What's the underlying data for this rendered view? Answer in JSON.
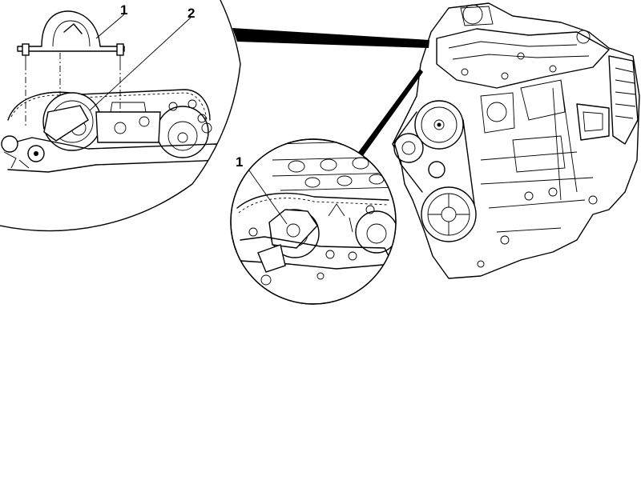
{
  "figure": {
    "callouts": {
      "detail_large_1": "1",
      "detail_large_2": "2",
      "detail_small_1": "1"
    },
    "colors": {
      "ink": "#000000",
      "paper": "#ffffff"
    }
  }
}
